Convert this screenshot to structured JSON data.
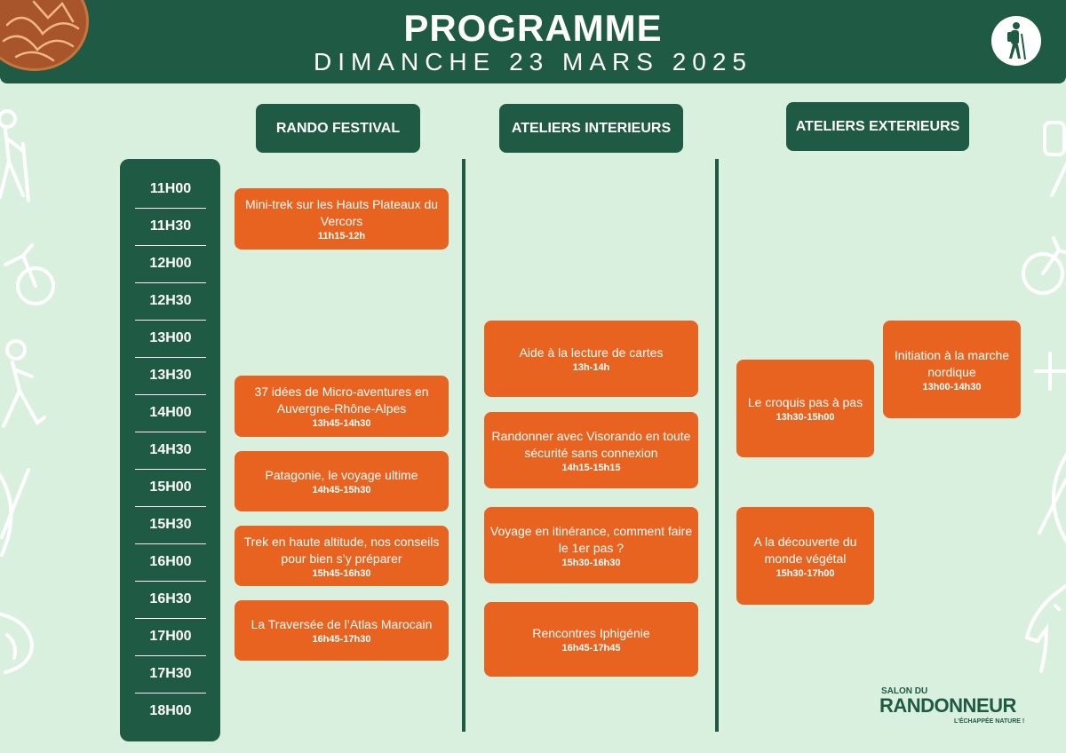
{
  "header": {
    "title": "PROGRAMME",
    "subtitle": "DIMANCHE 23 MARS 2025"
  },
  "columns": [
    {
      "label": "RANDO FESTIVAL"
    },
    {
      "label": "ATELIERS INTERIEURS"
    },
    {
      "label": "ATELIERS EXTERIEURS"
    }
  ],
  "timeline": [
    "11H00",
    "11H30",
    "12H00",
    "12H30",
    "13H00",
    "13H30",
    "14H00",
    "14H30",
    "15H00",
    "15H30",
    "16H00",
    "16H30",
    "17H00",
    "17H30",
    "18H00"
  ],
  "events": {
    "rando": [
      {
        "title": "Mini-trek sur les Hauts Plateaux du Vercors",
        "time": "11h15-12h"
      },
      {
        "title": "37 idées de Micro-aventures en Auvergne-Rhône-Alpes",
        "time": "13h45-14h30"
      },
      {
        "title": "Patagonie, le voyage ultime",
        "time": "14h45-15h30"
      },
      {
        "title": "Trek en haute altitude, nos conseils pour bien s’y préparer",
        "time": "15h45-16h30"
      },
      {
        "title": "La Traversée de l’Atlas Marocain",
        "time": "16h45-17h30"
      }
    ],
    "interieurs": [
      {
        "title": "Aide à la lecture de cartes",
        "time": "13h-14h"
      },
      {
        "title": "Randonner avec Visorando en toute sécurité sans connexion",
        "time": "14h15-15h15"
      },
      {
        "title": "Voyage en itinérance, comment faire le 1er pas ?",
        "time": "15h30-16h30"
      },
      {
        "title": "Rencontres Iphigénie",
        "time": "16h45-17h45"
      }
    ],
    "exterieurs": [
      {
        "title": "Le croquis pas à pas",
        "time": "13h30-15h00"
      },
      {
        "title": "Initiation à la marche nordique",
        "time": "13h00-14h30"
      },
      {
        "title": "A la découverte du monde végétal",
        "time": "15h30-17h00"
      }
    ]
  },
  "brand": {
    "line1": "SALON DU",
    "line2": "RANDONNEUR",
    "tagline": "L’ÉCHAPPÉE NATURE !"
  },
  "colors": {
    "dark_green": "#1f5a44",
    "orange": "#e96320",
    "background": "#d9f0df"
  },
  "icons": [
    "hiker-icon",
    "cyclist-icon",
    "climber-icon",
    "kayak-icon",
    "horse-icon"
  ]
}
